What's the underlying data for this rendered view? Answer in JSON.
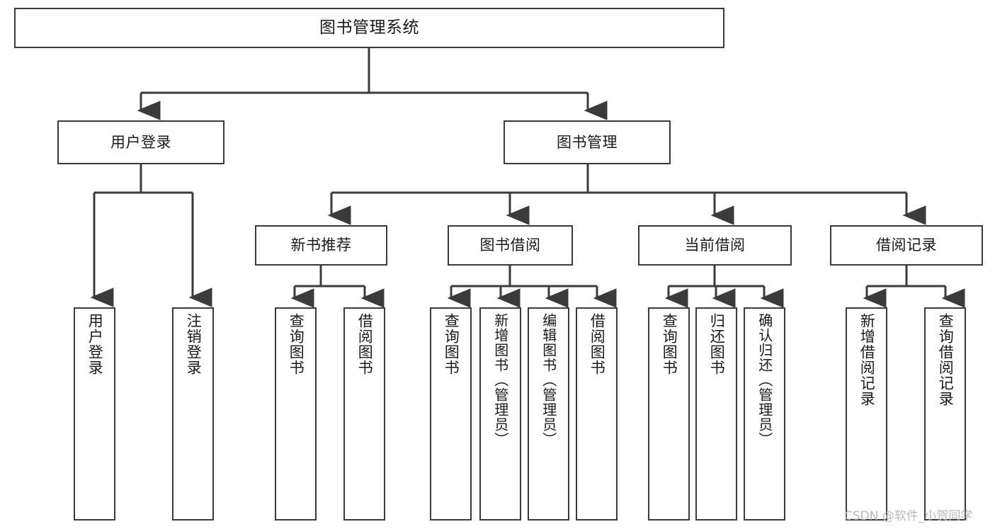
{
  "diagram": {
    "title": "图书管理系统",
    "watermark": "CSDN @软件_小贺同学",
    "line_color": "#3b3b3b",
    "box_fill": "#ffffff",
    "text_color": "#1a1a1a",
    "watermark_color": "#b9b9b9"
  },
  "root": {
    "label": "图书管理系统"
  },
  "level2": [
    {
      "label": "用户登录"
    },
    {
      "label": "图书管理"
    }
  ],
  "level3": [
    {
      "label": "新书推荐"
    },
    {
      "label": "图书借阅"
    },
    {
      "label": "当前借阅"
    },
    {
      "label": "借阅记录"
    }
  ],
  "leaves": {
    "user_login": [
      {
        "label": "用户登录"
      },
      {
        "label": "注销登录"
      }
    ],
    "new_book": [
      {
        "label": "查询图书"
      },
      {
        "label": "借阅图书"
      }
    ],
    "book_borrow": [
      {
        "label": "查询图书"
      },
      {
        "label": "新增图书（管理员）"
      },
      {
        "label": "编辑图书（管理员）"
      },
      {
        "label": "借阅图书"
      }
    ],
    "current_borrow": [
      {
        "label": "查询图书"
      },
      {
        "label": "归还图书"
      },
      {
        "label": "确认归还（管理员）"
      }
    ],
    "borrow_record": [
      {
        "label": "新增借阅记录"
      },
      {
        "label": "查询借阅记录"
      }
    ]
  }
}
